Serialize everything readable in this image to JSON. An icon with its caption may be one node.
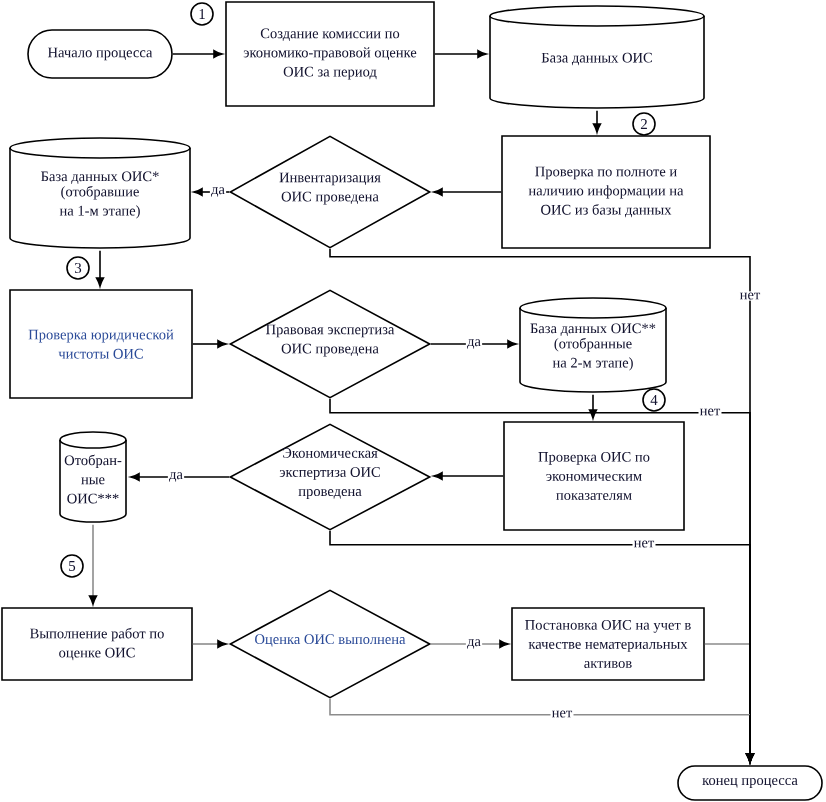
{
  "diagram": {
    "nodes": [
      {
        "text": [
          "Начало процесса"
        ]
      },
      {
        "text": [
          "Создание комиссии по экономико-правовой оценке ОИС за период"
        ]
      },
      {
        "text": [
          "База данных ОИС"
        ]
      },
      {
        "text": [
          "База данных ОИС*",
          "(отобравшие на 1-м этапе)"
        ]
      },
      {
        "text": [
          "Инвентаризация ОИС проведена"
        ]
      },
      {
        "text": [
          "Проверка по полноте и наличию информации на ОИС из базы данных"
        ]
      },
      {
        "text": [
          "Проверка юридической чистоты ОИС"
        ]
      },
      {
        "text": [
          "Правовая экспертиза ОИС проведена"
        ]
      },
      {
        "text": [
          "База данных ОИС**",
          "(отобранные на 2-м этапе)"
        ]
      },
      {
        "text": [
          "Отобран- ные ОИС***"
        ]
      },
      {
        "text": [
          "Экономическая экспертиза ОИС проведена"
        ]
      },
      {
        "text": [
          "Проверка ОИС по экономическим показателям"
        ]
      },
      {
        "text": [
          "Выполнение работ по оценке ОИС"
        ]
      },
      {
        "text": [
          "Оценка ОИС выполнена"
        ]
      },
      {
        "text": [
          "Постановка ОИС на учет в качестве нематериальных активов"
        ]
      },
      {
        "text": [
          "конец процесса"
        ]
      }
    ],
    "edges": [
      {
        "from": 0,
        "to": 1,
        "arrow": "to"
      },
      {
        "from": 1,
        "to": 2,
        "arrow": "to"
      },
      {
        "from": 2,
        "to": 5,
        "arrow": "to"
      },
      {
        "from": 5,
        "to": 4,
        "arrow": "to"
      },
      {
        "from": 4,
        "to": 3,
        "arrow": "to",
        "label": "да"
      },
      {
        "from": 4,
        "to": 15,
        "arrow": "to",
        "label": "нет"
      },
      {
        "from": 3,
        "to": 6,
        "arrow": "to"
      },
      {
        "from": 6,
        "to": 7,
        "arrow": "to"
      },
      {
        "from": 7,
        "to": 8,
        "arrow": "to",
        "label": "да"
      },
      {
        "from": 7,
        "to": 15,
        "arrow": "to",
        "label": "нет"
      },
      {
        "from": 8,
        "to": 11,
        "arrow": "to"
      },
      {
        "from": 11,
        "to": 10,
        "arrow": "to"
      },
      {
        "from": 10,
        "to": 9,
        "arrow": "to",
        "label": "да"
      },
      {
        "from": 10,
        "to": 15,
        "arrow": "to",
        "label": "нет"
      },
      {
        "from": 9,
        "to": 12,
        "arrow": "to",
        "color": "#8c8c8c"
      },
      {
        "from": 12,
        "to": 13,
        "arrow": "to",
        "color": "#8c8c8c"
      },
      {
        "from": 13,
        "to": 14,
        "arrow": "to",
        "label": "да",
        "color": "#8c8c8c"
      },
      {
        "from": 14,
        "to": 15,
        "arrow": "to",
        "color": "#8c8c8c"
      },
      {
        "from": 13,
        "to": 15,
        "arrow": "to",
        "label": "нет",
        "color": "#8c8c8c"
      }
    ],
    "labels": [
      "1",
      "2",
      "3",
      "4",
      "5"
    ]
  }
}
